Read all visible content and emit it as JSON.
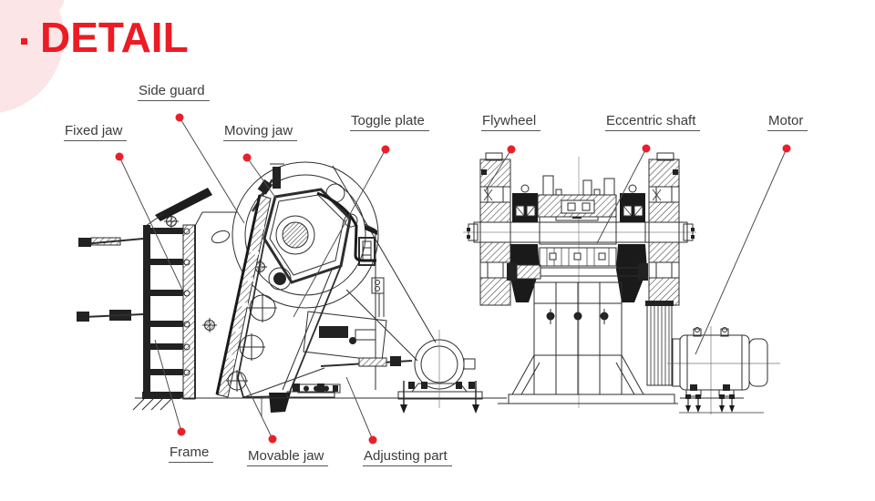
{
  "title": {
    "bullet_glyph": "",
    "text": "DETAIL",
    "color": "#ec1b24"
  },
  "decor": {
    "blob_color": "#fbe5e6"
  },
  "leader": {
    "dot_color": "#e8202c",
    "line_color": "#4f4f4f"
  },
  "labels": {
    "side_guard": {
      "text": "Side guard"
    },
    "fixed_jaw": {
      "text": "Fixed jaw"
    },
    "moving_jaw": {
      "text": "Moving jaw"
    },
    "toggle_plate": {
      "text": "Toggle plate"
    },
    "flywheel": {
      "text": "Flywheel"
    },
    "eccentric_shaft": {
      "text": "Eccentric shaft"
    },
    "motor": {
      "text": "Motor"
    },
    "frame": {
      "text": "Frame"
    },
    "movable_jaw": {
      "text": "Movable jaw"
    },
    "adjusting_part": {
      "text": "Adjusting part"
    }
  }
}
